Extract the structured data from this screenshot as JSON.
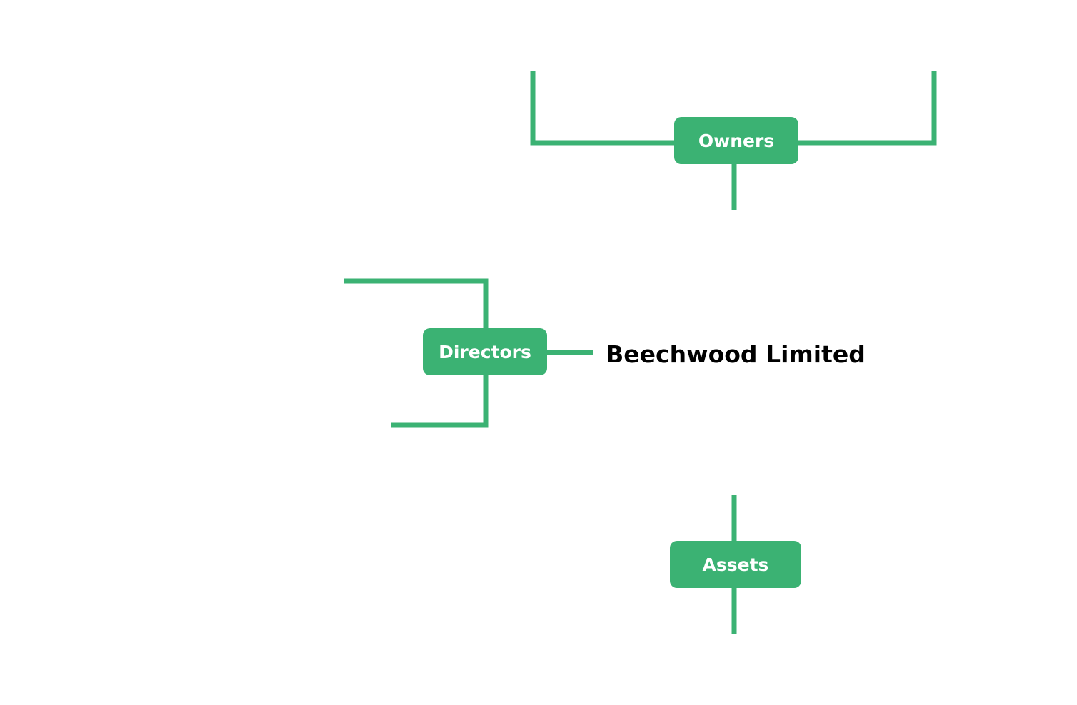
{
  "title": "Beechwood Limited",
  "nodes": {
    "owners": {
      "label": "Owners"
    },
    "directors": {
      "label": "Directors"
    },
    "assets": {
      "label": "Assets"
    }
  },
  "colors": {
    "accent": "#3bb273",
    "title_text": "#000000",
    "node_text": "#ffffff",
    "background": "#ffffff"
  }
}
